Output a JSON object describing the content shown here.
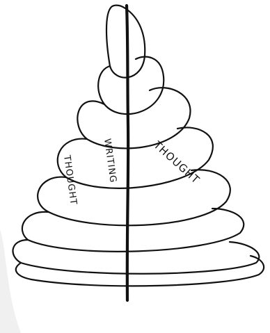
{
  "labels": {
    "thought": "THOUGHT",
    "writing": "WRITING",
    "thought_left": "THOUGHT"
  },
  "colors": {
    "ink": "#111111",
    "paper": "#ffffff"
  }
}
